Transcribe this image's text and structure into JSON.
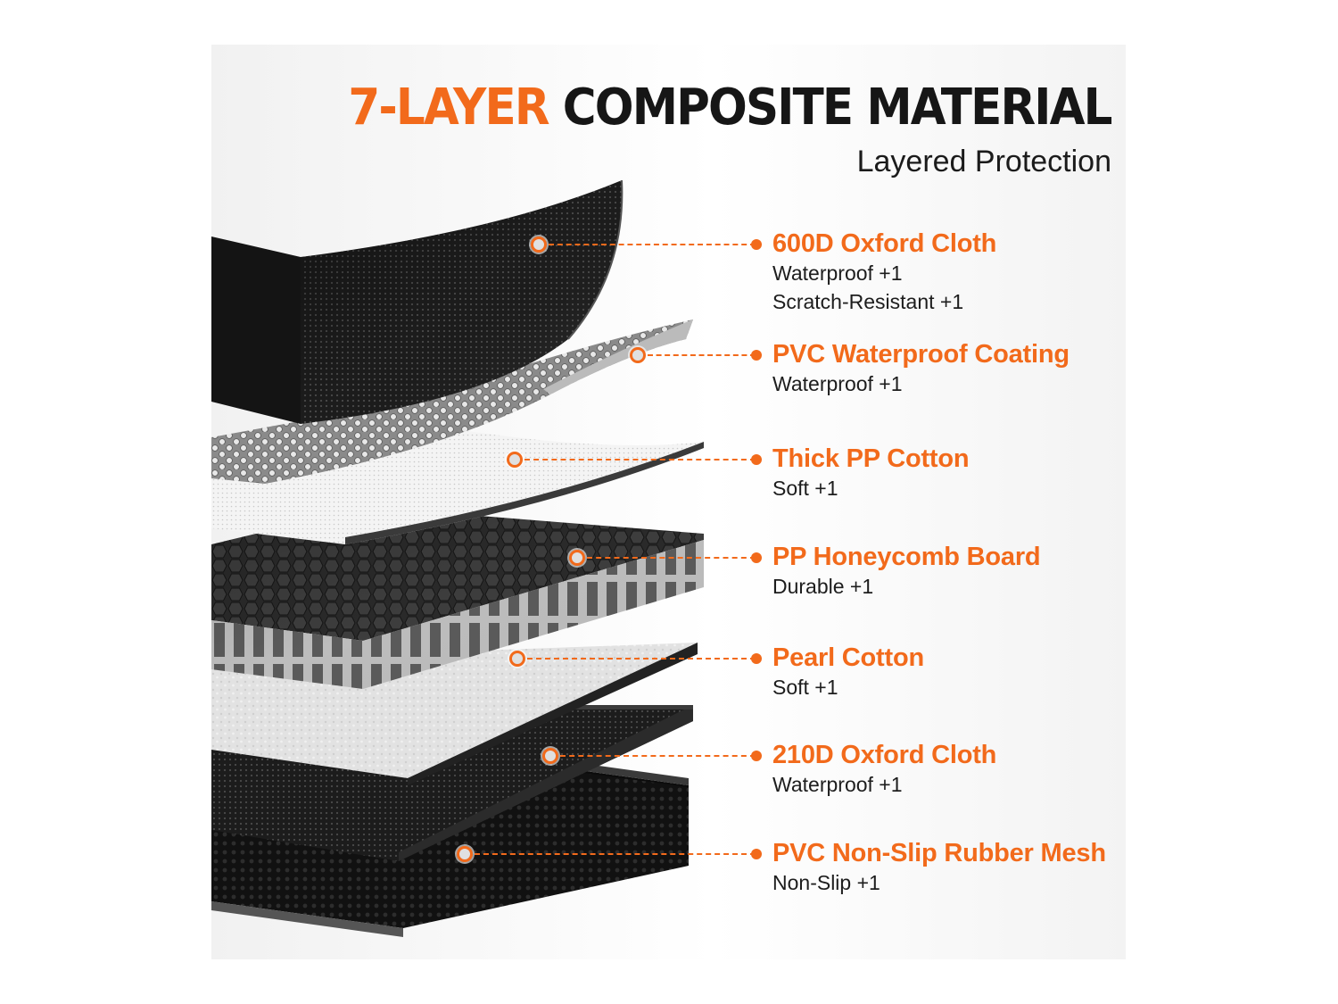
{
  "title": {
    "accent": "7-LAYER",
    "main": "COMPOSITE MATERIAL"
  },
  "subtitle": "Layered Protection",
  "accent_color": "#f26a1b",
  "layers": [
    {
      "name": "600D Oxford Cloth",
      "features": [
        "Waterproof +1",
        "Scratch-Resistant +1"
      ]
    },
    {
      "name": "PVC Waterproof Coating",
      "features": [
        "Waterproof +1"
      ]
    },
    {
      "name": "Thick PP Cotton",
      "features": [
        "Soft +1"
      ]
    },
    {
      "name": "PP Honeycomb Board",
      "features": [
        "Durable +1"
      ]
    },
    {
      "name": "Pearl Cotton",
      "features": [
        "Soft +1"
      ]
    },
    {
      "name": "210D Oxford Cloth",
      "features": [
        "Waterproof +1"
      ]
    },
    {
      "name": "PVC Non-Slip Rubber Mesh",
      "features": [
        "Non-Slip +1"
      ]
    }
  ]
}
